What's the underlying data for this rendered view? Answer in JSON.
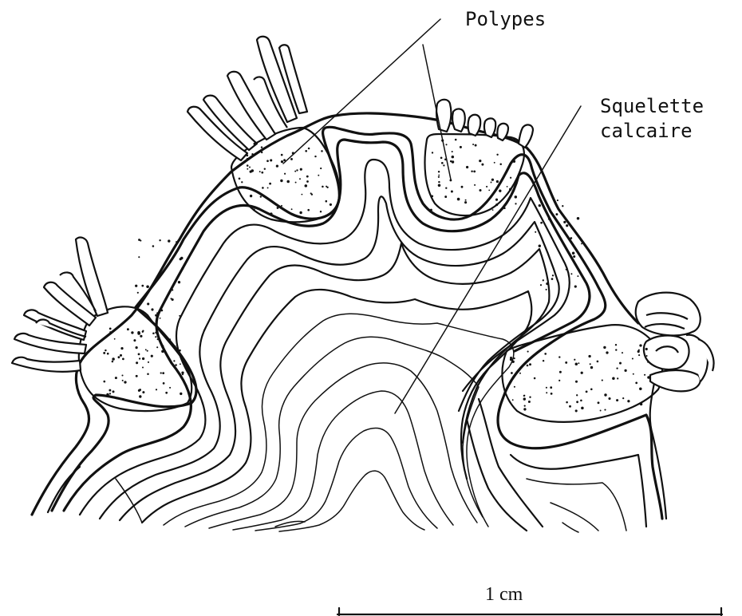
{
  "labels": {
    "polypes": "Polypes",
    "squelette_line1": "Squelette",
    "squelette_line2": "calcaire",
    "scale": "1 cm"
  },
  "colors": {
    "ink": "#111111",
    "background": "#ffffff"
  }
}
